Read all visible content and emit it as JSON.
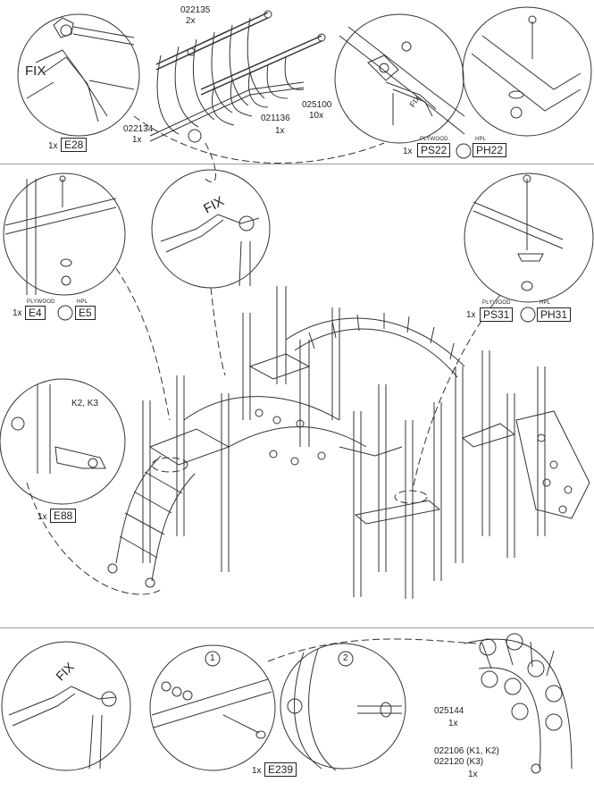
{
  "top": {
    "e28": {
      "qty": "1x",
      "code": "E28"
    },
    "fix_left": "FIX",
    "fix_right": "FIX",
    "p022135": {
      "code": "022135",
      "qty": "2x"
    },
    "p022134": {
      "code": "022134",
      "qty": "1x"
    },
    "p021136": {
      "code": "021136",
      "qty": "1x"
    },
    "p025100": {
      "code": "025100",
      "qty": "10x"
    },
    "ps22": {
      "qty": "1x",
      "plywood": "PLYWOOD",
      "hpl": "HPL",
      "ply_code": "PS22",
      "hpl_code": "PH22"
    }
  },
  "middle": {
    "fix": "FIX",
    "e4": {
      "qty": "1x",
      "plywood": "PLYWOOD",
      "hpl": "HPL",
      "ply_code": "E4",
      "hpl_code": "E5"
    },
    "ps31": {
      "qty": "1x",
      "plywood": "PLYWOOD",
      "hpl": "HPL",
      "ply_code": "PS31",
      "hpl_code": "PH31"
    },
    "k_label": "K2, K3",
    "e88": {
      "qty": "1x",
      "code": "E88"
    }
  },
  "bottom": {
    "fix": "FIX",
    "step1": "1",
    "step2": "2",
    "e239": {
      "qty": "1x",
      "code": "E239"
    },
    "p025144": {
      "code": "025144",
      "qty": "1x"
    },
    "p022106": "022106 (K1, K2)",
    "p022120": "022120 (K3)",
    "p0221_qty": "1x"
  }
}
